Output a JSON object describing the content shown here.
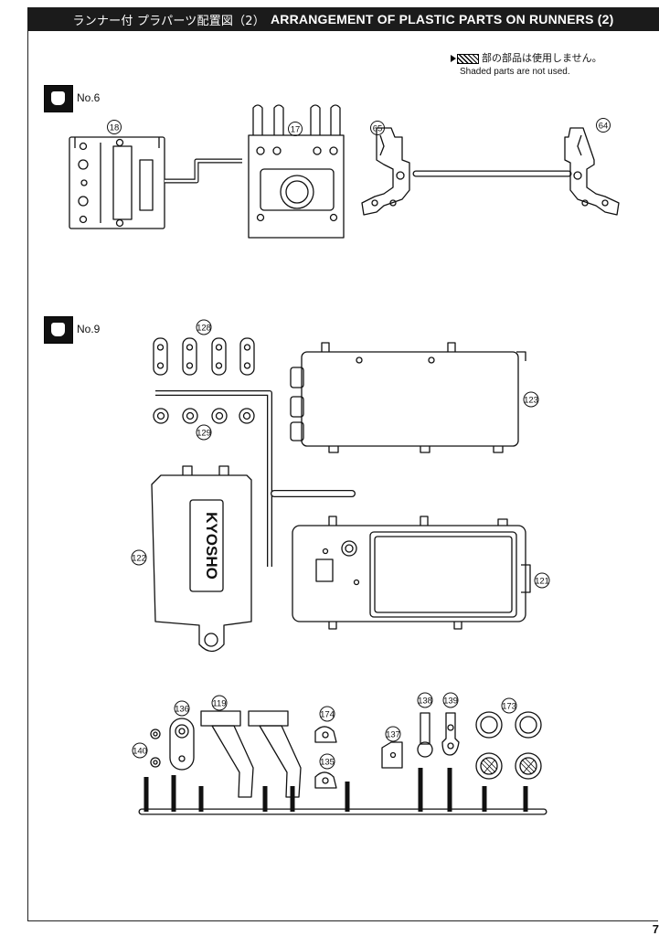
{
  "header": {
    "title_jp": "ランナー付 プラパーツ配置図（2）",
    "title_en": "ARRANGEMENT OF PLASTIC PARTS ON RUNNERS (2)"
  },
  "legend": {
    "jp": "部の部品は使用しません。",
    "en": "Shaded parts are not used."
  },
  "runners": [
    {
      "label": "No.6",
      "parts": [
        "18",
        "17",
        "65",
        "64"
      ]
    },
    {
      "label": "No.9",
      "parts": [
        "128",
        "129",
        "123",
        "122",
        "121",
        "136",
        "119",
        "174",
        "135",
        "137",
        "138",
        "139",
        "173",
        "140"
      ]
    }
  ],
  "logo_text": "KYOSHO",
  "page_number": "7"
}
